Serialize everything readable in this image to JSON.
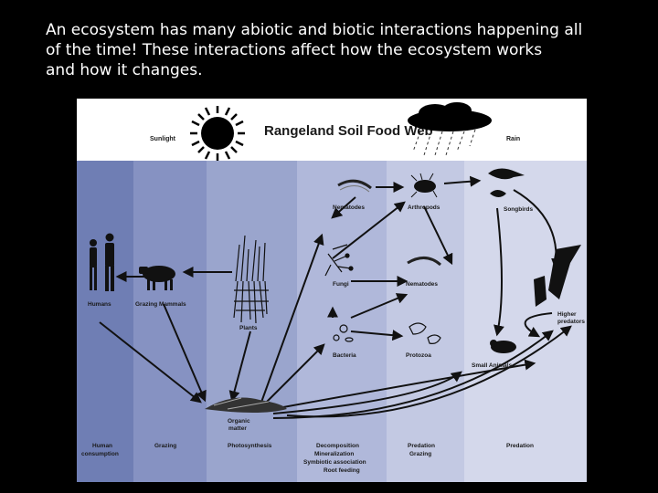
{
  "slide": {
    "line1": "An ecosystem has many abiotic and biotic interactions happening all",
    "line2": "of the time!  These interactions affect how the ecosystem works",
    "line3": "and how it changes."
  },
  "diagram": {
    "title": "Rangeland Soil Food Web",
    "sunlight": "Sunlight",
    "rain": "Rain",
    "nodes": {
      "nematodes_top": "Nematodes",
      "arthropods": "Arthropods",
      "songbirds": "Songbirds",
      "humans": "Humans",
      "grazing_mammals": "Grazing Mammals",
      "fungi": "Fungi",
      "nematodes_mid": "Nematodes",
      "plants": "Plants",
      "bacteria": "Bacteria",
      "protozoa": "Protozoa",
      "higher_predators_1": "Higher",
      "higher_predators_2": "predators",
      "small_animals": "Small Animals",
      "organic_matter_1": "Organic",
      "organic_matter_2": "matter"
    },
    "bottom": {
      "col1_line1": "Human",
      "col1_line2": "consumption",
      "col2": "Grazing",
      "col3": "Photosynthesis",
      "col4_line1": "Decomposition",
      "col4_line2": "Mineralization",
      "col4_line3": "Symbiotic association",
      "col4_line4": "Root feeding",
      "col5_line1": "Predation",
      "col5_line2": "Grazing",
      "col6": "Predation"
    },
    "colors": {
      "band1": "#6f7eb4",
      "band2": "#8692c2",
      "band3": "#9aa5cd",
      "band4": "#b0b8da",
      "band5": "#c3c9e3",
      "band6": "#d4d8eb"
    }
  }
}
